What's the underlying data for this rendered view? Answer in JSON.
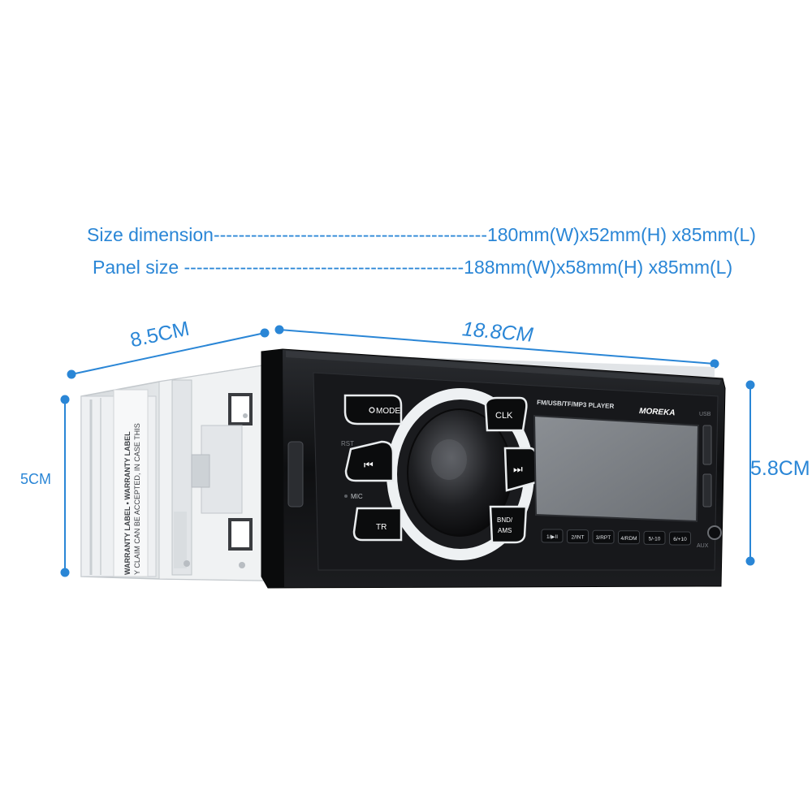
{
  "specs": {
    "size_dimension": "Size dimension--------------------------------------------180mm(W)x52mm(H) x85mm(L)",
    "panel_size": "Panel size ---------------------------------------------188mm(W)x58mm(H) x85mm(L)"
  },
  "dimensions": {
    "depth": "8.5CM",
    "width": "18.8CM",
    "chassis_height": "5CM",
    "panel_height": "5.8CM"
  },
  "device": {
    "model_label": "FM/USB/TF/MP3 PLAYER",
    "brand": "MOREKA",
    "usb_label": "USB",
    "buttons": {
      "mode": "MODE",
      "clk": "CLK",
      "tr": "TR",
      "bnd": "BND/",
      "ams": "AMS",
      "rst": "RST",
      "mic": "MIC",
      "aux": "AUX",
      "presets": [
        "1/▶II",
        "2/INT",
        "3/RPT",
        "4/RDM",
        "5/-10",
        "6/+10"
      ]
    },
    "warranty_sticker": {
      "line1": "WARRANTY LABEL  •  WARRANTY LABEL",
      "line2": "Y CLAIM CAN BE ACCEPTED, IN CASE THIS"
    }
  },
  "colors": {
    "accent": "#2a86d6",
    "panel": "#121316",
    "ring": "#f2f4f6",
    "display": "#7b7f84",
    "chassis": "#e9ecee"
  }
}
